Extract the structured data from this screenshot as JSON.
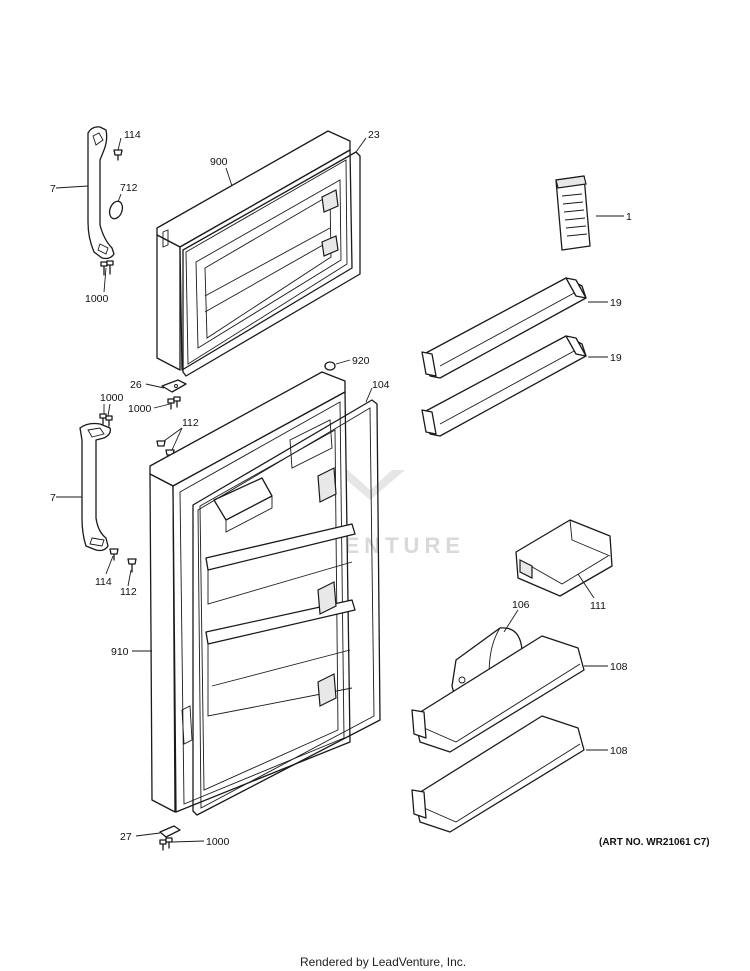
{
  "watermark": {
    "text": "LEADVENTURE"
  },
  "art_number": "(ART NO. WR21061 C7)",
  "footer": "Rendered by LeadVenture, Inc.",
  "callouts": {
    "c114a": "114",
    "c7a": "7",
    "c712": "712",
    "c1000a": "1000",
    "c900": "900",
    "c23": "23",
    "c1": "1",
    "c19a": "19",
    "c19b": "19",
    "c920": "920",
    "c26": "26",
    "c1000b": "1000",
    "c1000c": "1000",
    "c104": "104",
    "c112a": "112",
    "c7b": "7",
    "c114b": "114",
    "c112b": "112",
    "c910": "910",
    "c111": "111",
    "c106": "106",
    "c108a": "108",
    "c108b": "108",
    "c27": "27",
    "c1000d": "1000"
  }
}
